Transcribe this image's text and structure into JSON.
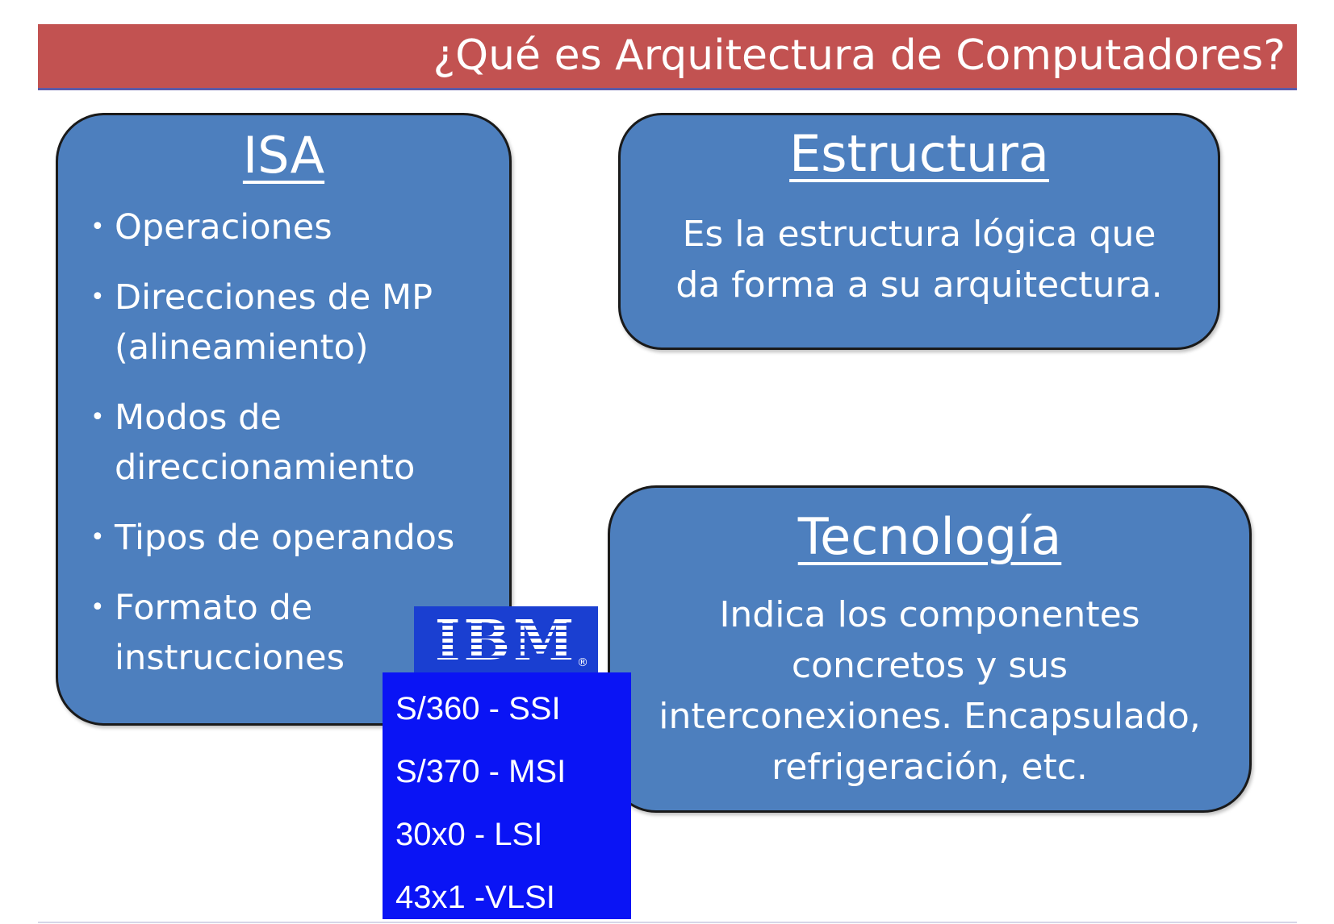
{
  "slide": {
    "title": "¿Qué es Arquitectura de Computadores?"
  },
  "isa": {
    "heading": "ISA",
    "bullets": [
      [
        "Operaciones"
      ],
      [
        "Direcciones de MP",
        "(alineamiento)"
      ],
      [
        "Modos de",
        "direccionamiento"
      ],
      [
        "Tipos de operandos"
      ],
      [
        "Formato de",
        "instrucciones"
      ]
    ],
    "bullet_symbol": "•"
  },
  "estructura": {
    "heading": "Estructura",
    "body": [
      "Es la estructura lógica que",
      "da forma a su arquitectura."
    ]
  },
  "tecnologia": {
    "heading": "Tecnología",
    "body": [
      "Indica los componentes",
      "concretos y sus",
      "interconexiones. Encapsulado,",
      "refrigeración, etc."
    ]
  },
  "ibm": {
    "logo": "IBM",
    "registered": "®",
    "rows": [
      "S/360 - SSI",
      "S/370 - MSI",
      "30x0 - LSI",
      "43x1 -VLSI"
    ]
  },
  "colors": {
    "title_bar": "#c25251",
    "box_fill": "#4d7fbe",
    "ibm_logo_bg": "#1a3fd1",
    "ibm_list_bg": "#0a14f5",
    "text": "#ffffff"
  }
}
